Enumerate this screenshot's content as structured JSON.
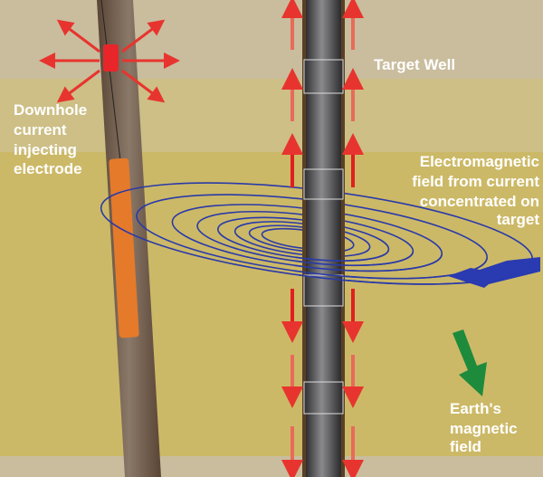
{
  "labels": {
    "target_well": "Target Well",
    "electrode": [
      "Downhole",
      "current",
      "injecting",
      "electrode"
    ],
    "em_field": [
      "Electromagnetic",
      "field from current",
      "concentrated on",
      "target"
    ],
    "earth_field": [
      "Earth's",
      "magnetic",
      "field"
    ]
  },
  "colors": {
    "band_top": "#c9bd9e",
    "band_mid": "#cdbf86",
    "band_main": "#ccb967",
    "injector_pipe": "#6e5848",
    "target_pipe": "#4a4a4c",
    "electrode": "#e57a2a",
    "source": "#e8262a",
    "field_lines": "#2a3aa8",
    "current_arrow": "#e02a2a",
    "earth_arrow": "#1e8a3c"
  }
}
